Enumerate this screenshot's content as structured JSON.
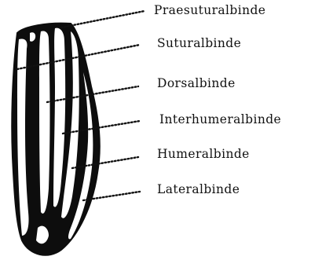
{
  "diagram": {
    "labels": {
      "praesutural": "Praesuturalbinde",
      "sutural": "Suturalbinde",
      "dorsal": "Dorsalbinde",
      "interhumeral": "Interhumeralbinde",
      "humeral": "Humeralbinde",
      "lateral": "Lateralbinde"
    },
    "colors": {
      "ink": "#0d0d0d",
      "paper": "#ffffff"
    }
  }
}
